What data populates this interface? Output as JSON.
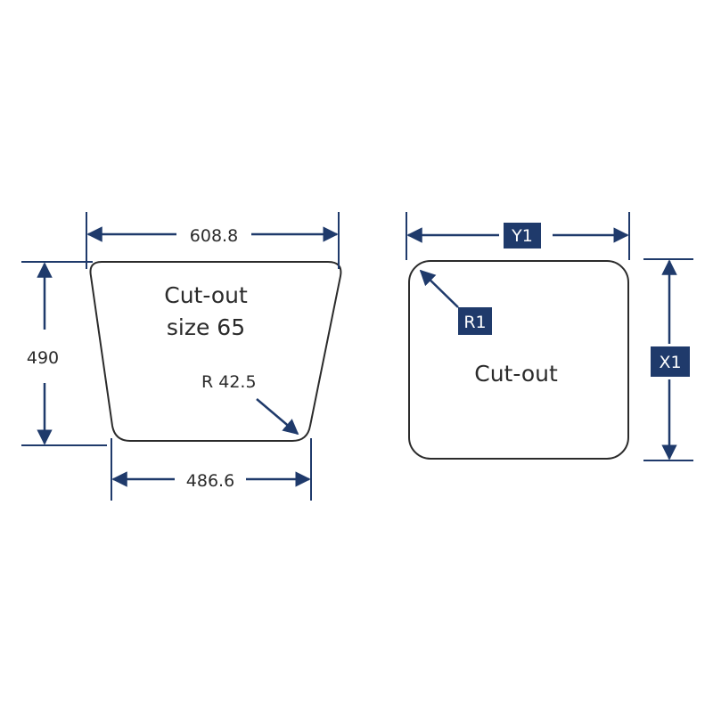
{
  "colors": {
    "dimension_line": "#1f3a6b",
    "outline": "#2b2b2b",
    "badge_fill": "#1f3a6b",
    "badge_text": "#ffffff",
    "text": "#2b2b2b"
  },
  "left_shape": {
    "top_width_label": "608.8",
    "height_label": "490",
    "bottom_width_label": "486.6",
    "title_line1": "Cut-out",
    "title_line2": "size 65",
    "radius_label": "R 42.5"
  },
  "right_shape": {
    "width_label": "Y1",
    "height_label": "X1",
    "radius_label": "R1",
    "title": "Cut-out"
  }
}
